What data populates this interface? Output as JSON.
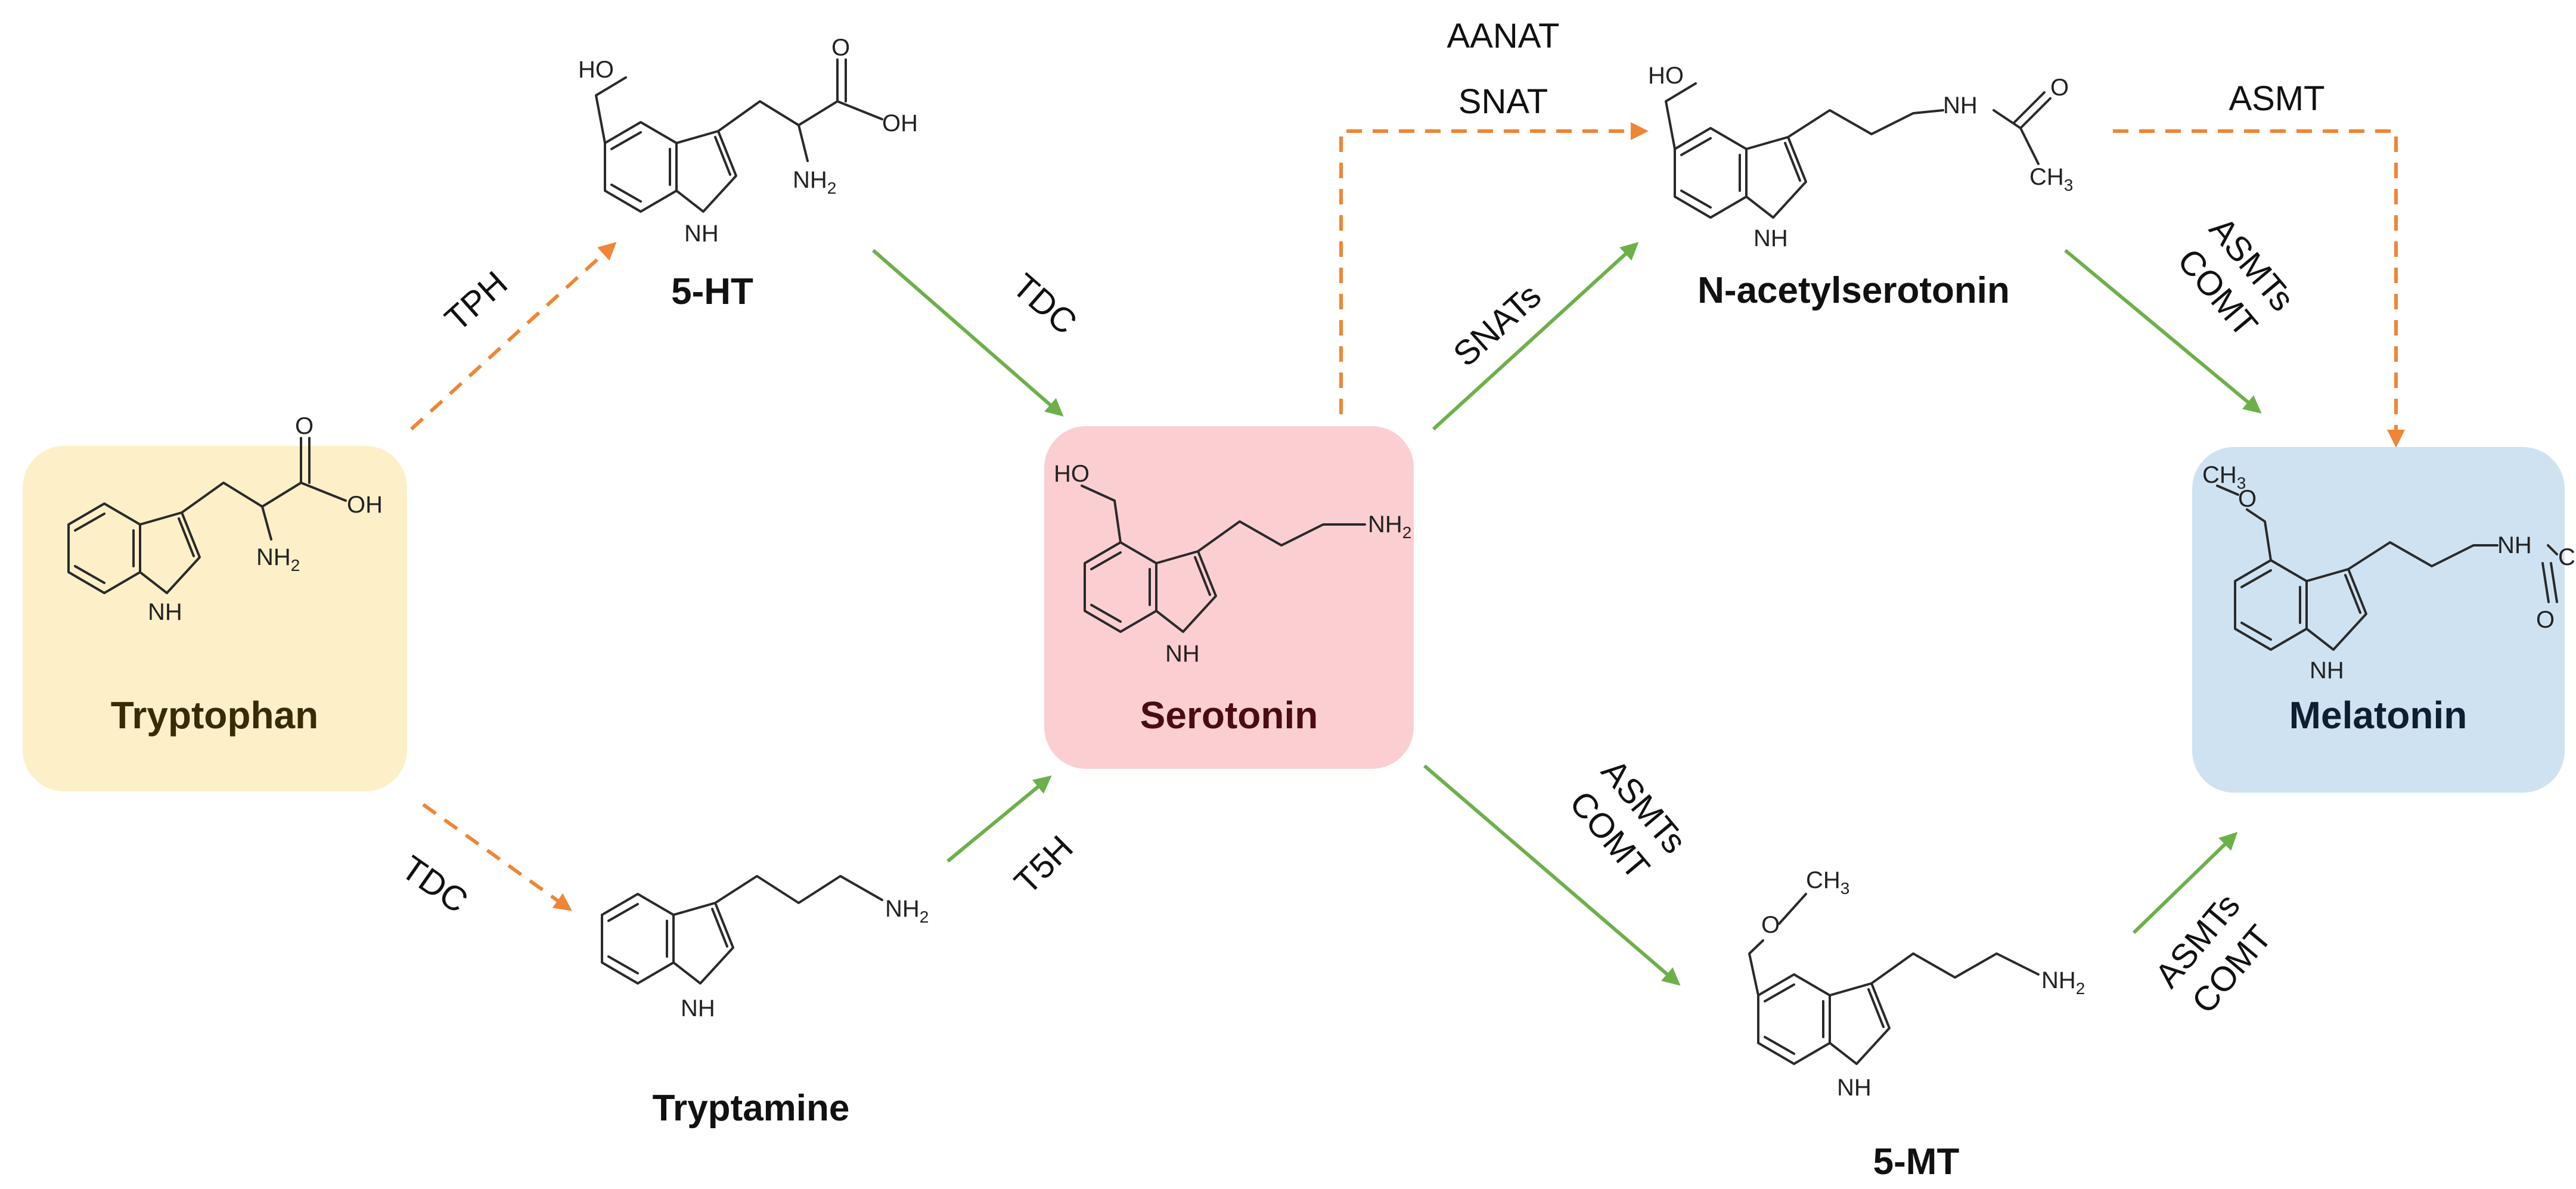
{
  "colors": {
    "tryptophan_box": "#fdf0c8",
    "serotonin_box": "#fbcfd2",
    "melatonin_box": "#cfe2f1",
    "dashed_arrow": "#ef8535",
    "solid_arrow": "#6db04a",
    "tryptophan_label": "#3a2a05",
    "serotonin_label": "#4a0c12",
    "melatonin_label": "#0e1e33"
  },
  "compounds": {
    "tryptophan": "Tryptophan",
    "five_ht": "5-HT",
    "tryptamine": "Tryptamine",
    "serotonin": "Serotonin",
    "n_acetylserotonin": "N-acetylserotonin",
    "five_mt": "5-MT",
    "melatonin": "Melatonin"
  },
  "enzymes": {
    "tph": "TPH",
    "tdc_lower": "TDC",
    "tdc_upper": "TDC",
    "t5h": "T5H",
    "aanat": "AANAT",
    "snat": "SNAT",
    "snats": "SNATs",
    "asmt": "ASMT",
    "asmts_upper": "ASMTs",
    "comt_upper": "COMT",
    "asmts_middle": "ASMTs",
    "comt_middle": "COMT",
    "asmts_lower": "ASMTs",
    "comt_lower": "COMT"
  },
  "atoms": {
    "ho": "HO",
    "oh": "OH",
    "o": "O",
    "nh": "NH",
    "n": "N",
    "h": "H",
    "c": "C",
    "ch3_base": "CH",
    "sub_2": "2",
    "sub_3": "3"
  }
}
